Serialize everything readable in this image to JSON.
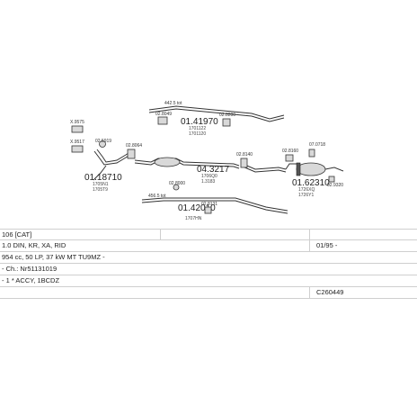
{
  "parts": {
    "p1": {
      "number": "01.41970",
      "sub1": "1701122",
      "sub2": "1701120"
    },
    "p2": {
      "number": "01.18710",
      "sub1": "1705N1",
      "sub2": "1705T9"
    },
    "p3": {
      "number": "04.3217",
      "sub1": "1706Q0",
      "sub2": "1.3183"
    },
    "p4": {
      "number": "01.42010",
      "sub1": "1707HN"
    },
    "p5": {
      "number": "01.62310",
      "sub1": "1726XQ",
      "sub2": "1726Y1"
    }
  },
  "labels": {
    "len1": "442.5 tot",
    "len2": "456.5 tot",
    "c1": "02.8049",
    "c2": "X.9575",
    "c3": "X.9517",
    "c4": "02.5919",
    "c5": "02.8064",
    "c6": "02.8000",
    "c7": "02.8140",
    "c8": "02.8160",
    "c9": "02.8131",
    "c10": "07.0718",
    "c11": "02.9320",
    "c12": "02.8200"
  },
  "info": {
    "r1_model": "106 [CAT]",
    "r2_engine": "1.0 DIN, KR, XA, RID",
    "r2_date": "01/95 -",
    "r3_spec": "954 cc, 50 LP, 37 kW MT TU9MZ -",
    "r4_chassis": "- Ch.: Nr51131019",
    "r5_notes": "- 1 * ACCY, 1BCDZ",
    "r6_code": "C260449"
  }
}
